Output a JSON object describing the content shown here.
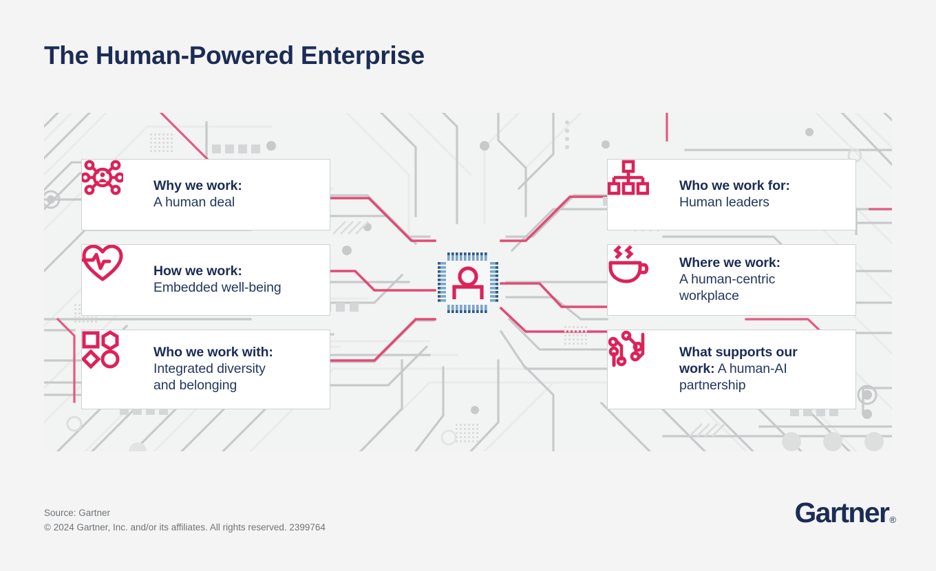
{
  "page": {
    "title": "The Human-Powered Enterprise",
    "background_color": "#f4f4f4",
    "panel_background": "#f2f3f3",
    "accent_color": "#dc2259",
    "navy_color": "#1b2c55"
  },
  "cards": {
    "why": {
      "heading": "Why we work:",
      "subtext": "A human deal",
      "icon": "network-nodes-person-icon"
    },
    "how": {
      "heading": "How we work:",
      "subtext": "Embedded well-being",
      "icon": "heart-pulse-icon"
    },
    "who_with": {
      "heading": "Who we work with:",
      "subtext_line1": "Integrated diversity",
      "subtext_line2": "and belonging",
      "icon": "four-shapes-diversity-icon"
    },
    "who_for": {
      "heading": "Who we work for:",
      "subtext": "Human leaders",
      "icon": "org-chart-hierarchy-icon"
    },
    "where": {
      "heading": "Where we work:",
      "subtext_line1": "A human-centric",
      "subtext_line2": "workplace",
      "icon": "coffee-cup-icon"
    },
    "what": {
      "heading": "What supports our work:",
      "heading_line1": "What supports our",
      "heading_line2": "work:",
      "subtext_inline": " A human-AI",
      "subtext_line2": "partnership",
      "icon": "circuit-nodes-icon"
    }
  },
  "center": {
    "icon": "cpu-chip-person-icon",
    "label": "human at the center of the chip"
  },
  "footer": {
    "source": "Source: Gartner",
    "copyright": "© 2024 Gartner, Inc. and/or its affiliates. All rights reserved. 2399764"
  },
  "logo": {
    "wordmark": "Gartner",
    "registered": "®"
  }
}
